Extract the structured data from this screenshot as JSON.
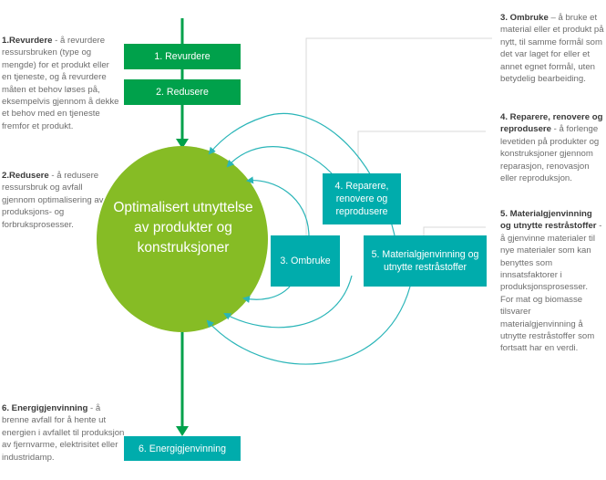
{
  "colors": {
    "green_box": "#00a14b",
    "teal_box": "#00acac",
    "circle": "#86bc25",
    "arrow_green": "#00a14b",
    "arc_teal": "#2ab5b8",
    "connector_gray": "#d9d9d9"
  },
  "center": {
    "label": "Optimalisert utnyttelse av produkter og konstruksjoner"
  },
  "boxes": {
    "b1": "1. Revurdere",
    "b2": "2. Redusere",
    "b3": "3. Ombruke",
    "b4": "4. Reparere, renovere og reprodusere",
    "b5": "5. Materialgjenvinning og utnytte restråstoffer",
    "b6": "6. Energigjenvinning"
  },
  "descriptions": {
    "d1": {
      "title": "1.Revurdere",
      "text": " - å revurdere ressursbruken (type og mengde) for et produkt eller en tjeneste, og å revurdere måten et behov løses på, eksempelvis gjennom å dekke et behov med en tjeneste fremfor et produkt."
    },
    "d2": {
      "title": "2.Redusere",
      "text": " - å redusere ressursbruk og avfall gjennom optimalisering av produksjons- og forbruksprosesser."
    },
    "d3": {
      "title": "3. Ombruke",
      "text": " – å bruke et material eller et produkt på nytt, til samme formål som det var laget for eller et annet egnet formål, uten betydelig bearbeiding."
    },
    "d4": {
      "title": "4. Reparere, renovere og reprodusere",
      "text": " - å forlenge levetiden på produkter og konstruksjoner gjennom reparasjon, renovasjon eller reproduksjon."
    },
    "d5": {
      "title": "5. Materialgjenvinning og utnytte restråstoffer",
      "text": " - å gjenvinne materialer til nye materialer som kan benyttes som innsatsfaktorer i produksjonsprosesser. For mat og biomasse tilsvarer materialgjenvinning å utnytte restråstoffer som fortsatt har en verdi."
    },
    "d6": {
      "title": "6. Energigjenvinning",
      "text": " - å brenne avfall for å hente ut energien i avfallet til produksjon av fjernvarme, elektrisitet eller industridamp."
    }
  }
}
